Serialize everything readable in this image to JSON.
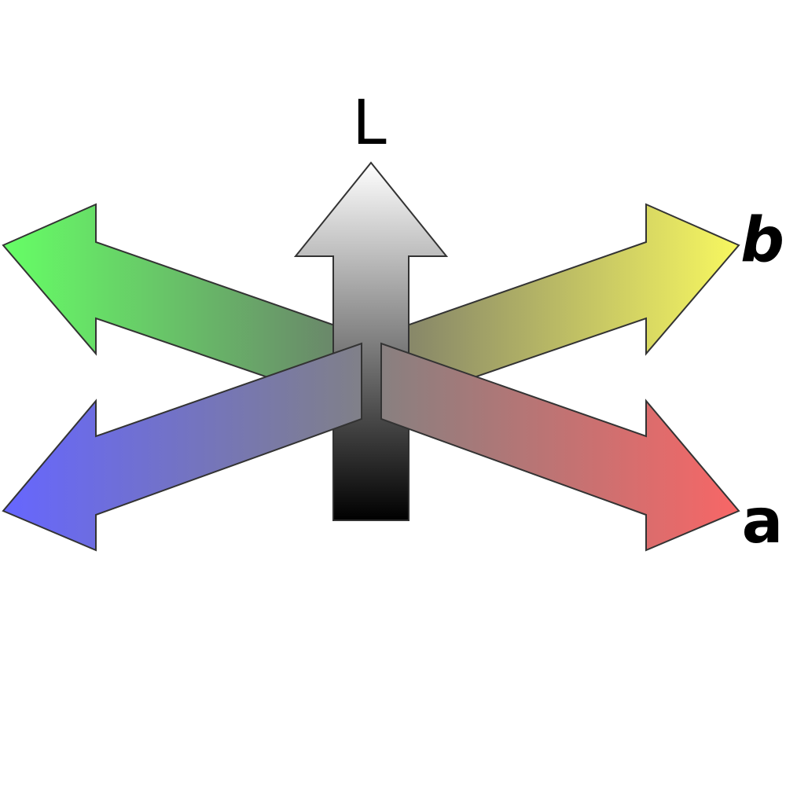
{
  "labels": {
    "L": "L",
    "a": "a",
    "b": "b"
  },
  "colors": {
    "green": "#66ff66",
    "yellow": "#f8f860",
    "blue": "#6666ff",
    "red": "#f86666",
    "white": "#ffffff",
    "black": "#000000",
    "mid": "#808080"
  }
}
